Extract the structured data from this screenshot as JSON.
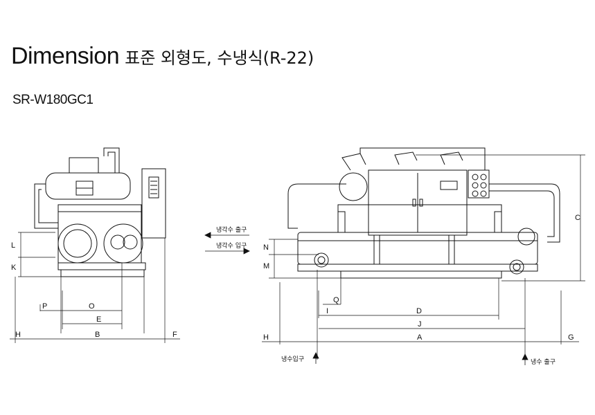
{
  "header": {
    "title": "Dimension",
    "subtitle": "표준 외형도, 수냉식(R-22)",
    "model": "SR-W180GC1"
  },
  "front_view": {
    "dims": {
      "L": "L",
      "K": "K",
      "P": "P",
      "O": "O",
      "E": "E",
      "H": "H",
      "B": "B",
      "F": "F"
    }
  },
  "side_view": {
    "dims": {
      "N": "N",
      "M": "M",
      "C": "C",
      "Q": "Q",
      "I": "I",
      "D": "D",
      "J": "J",
      "H": "H",
      "A": "A",
      "G": "G"
    },
    "notes": {
      "cooling_water_out": "냉각수 출구",
      "cooling_water_in": "냉각수 입구",
      "chilled_water_in": "냉수입구",
      "chilled_water_out": "냉수 출구"
    }
  },
  "colors": {
    "line": "#111111",
    "background": "#ffffff"
  }
}
